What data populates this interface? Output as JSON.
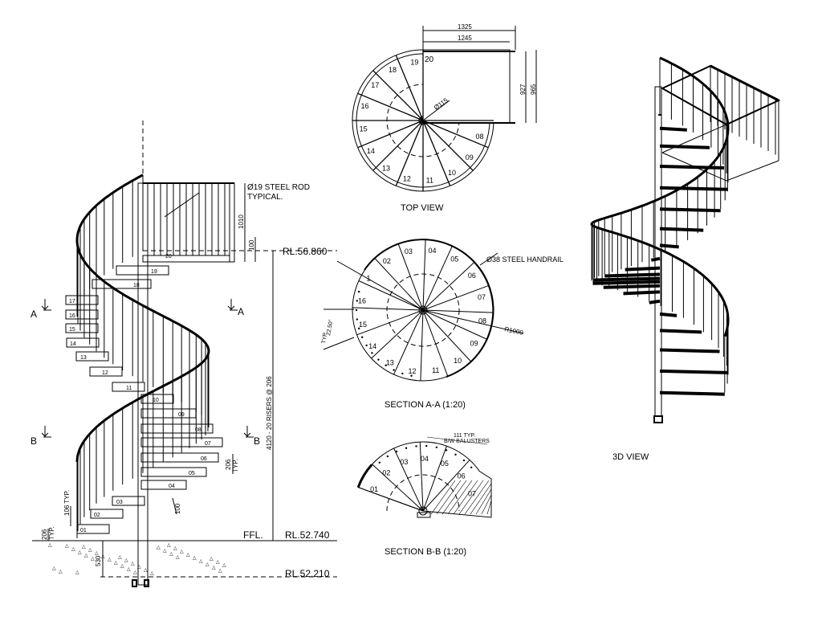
{
  "elevation": {
    "rod_note_line1": "Ø19  STEEL ROD",
    "rod_note_line2": "TYPICAL.",
    "dim_1010": "1010",
    "dim_100_top": "100",
    "rl_top": "RL.56.860",
    "risers": "4120 - 20 RISERS @ 206",
    "ffl": "FFL.",
    "rl_ffl": "RL.52.740",
    "rl_bottom": "RL.52.210",
    "dim_530": "530",
    "dim_206": "206",
    "typ": "TYP.",
    "dim_206_typ_right": "206",
    "dim_106_typ": "106 TYP.",
    "dim_100": "100",
    "section_a": "A",
    "section_b": "B",
    "treads": [
      "01",
      "02",
      "03",
      "04",
      "05",
      "06",
      "07",
      "08",
      "09",
      "10",
      "11",
      "12",
      "13",
      "14",
      "15",
      "16",
      "17",
      "18",
      "19",
      "20"
    ]
  },
  "top_view": {
    "title": "TOP VIEW",
    "dim_1325": "1325",
    "dim_1245": "1245",
    "dim_927": "927",
    "dim_965": "965",
    "pole_dia": "Ø115",
    "treads": [
      "08",
      "09",
      "10",
      "11",
      "12",
      "13",
      "14",
      "15",
      "16",
      "17",
      "18",
      "19"
    ],
    "landing": "20"
  },
  "section_aa": {
    "title": "SECTION   A-A (1:20)",
    "handrail_note": "Ø38 STEEL HANDRAIL",
    "radius": "R1000",
    "angle": "22.50°",
    "angle_typ": "TYP.",
    "treads": [
      "1",
      "02",
      "03",
      "04",
      "05",
      "06",
      "07",
      "08",
      "09",
      "10",
      "11",
      "12",
      "13",
      "14",
      "15",
      "16"
    ]
  },
  "section_bb": {
    "title": "SECTION   B-B (1:20)",
    "baluster_dim": "111 TYP.",
    "baluster_note": "B/W BALUSTERS",
    "treads": [
      "01",
      "02",
      "03",
      "04",
      "05",
      "06",
      "07"
    ]
  },
  "view_3d": {
    "title": "3D  VIEW"
  }
}
